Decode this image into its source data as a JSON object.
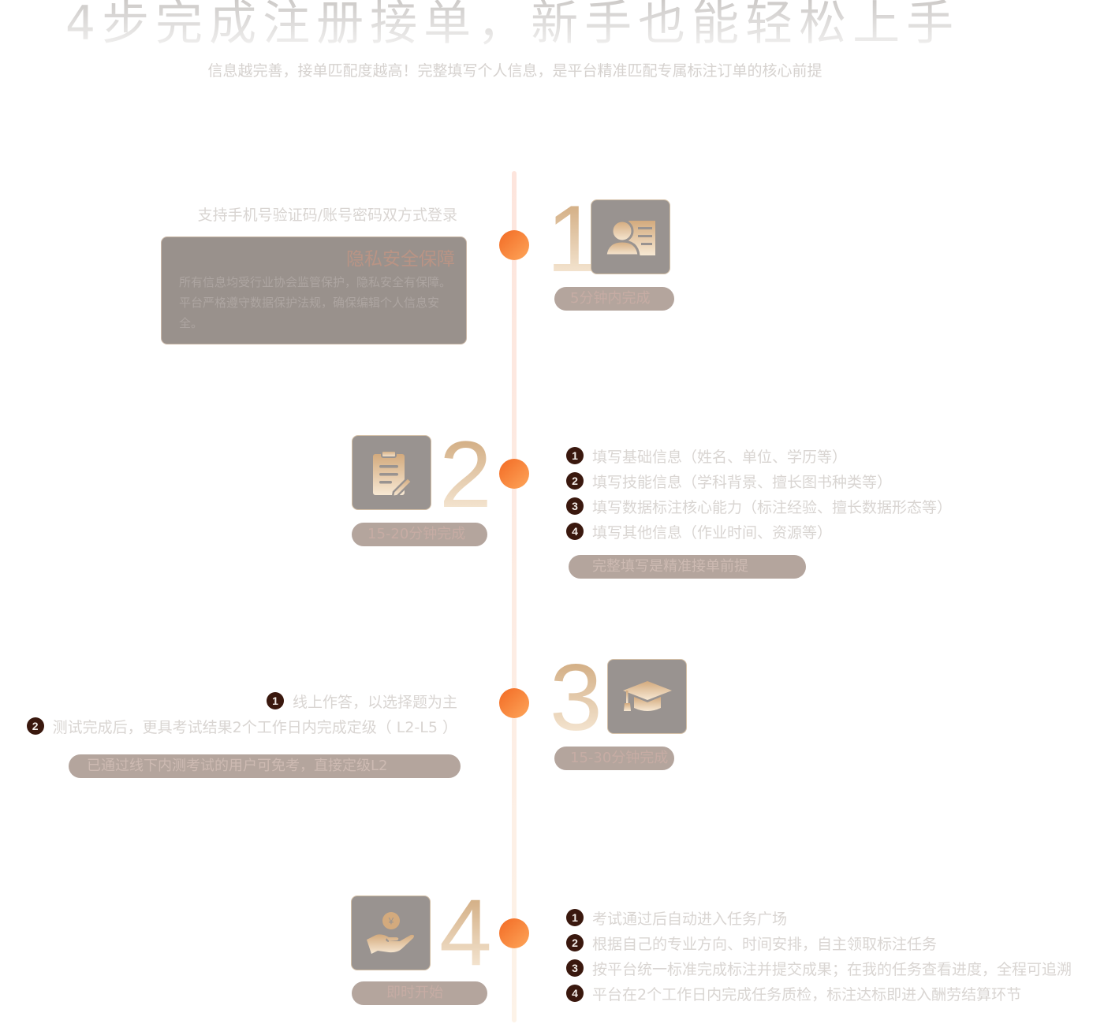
{
  "header": {
    "title": "4步完成注册接单，新手也能轻松上手",
    "subtitle": "信息越完善，接单匹配度越高！完整填写个人信息，是平台精准匹配专属标注订单的核心前提"
  },
  "colors": {
    "dot_gradient": [
      "#f26a24",
      "#fea65a"
    ],
    "number_gradient": [
      "#d1ab80",
      "#f6e8d5"
    ],
    "icon_box": "#999390",
    "pill_bg": "#b4a59d",
    "badge_bg": "#3a180e",
    "timeline": "#fde5dd"
  },
  "steps": [
    {
      "number": "1",
      "icon": "id-card-icon",
      "duration": "5分钟内完成",
      "note": "支持手机号验证码/账号密码双方式登录",
      "card": {
        "title": "隐私安全保障",
        "body": "所有信息均受行业协会监管保护，隐私安全有保障。平台严格遵守数据保护法规，确保编辑个人信息安全。"
      }
    },
    {
      "number": "2",
      "icon": "clipboard-edit-icon",
      "duration": "15-20分钟完成",
      "items": [
        {
          "n": "1",
          "text": "填写基础信息（姓名、单位、学历等）"
        },
        {
          "n": "2",
          "text": "填写技能信息（学科背景、擅长图书种类等）"
        },
        {
          "n": "3",
          "text": "填写数据标注核心能力（标注经验、擅长数据形态等）"
        },
        {
          "n": "4",
          "text": "填写其他信息（作业时间、资源等）"
        }
      ],
      "tag": "完整填写是精准接单前提"
    },
    {
      "number": "3",
      "icon": "graduation-cap-icon",
      "duration": "15-30分钟完成",
      "items": [
        {
          "n": "1",
          "text": "线上作答，以选择题为主"
        },
        {
          "n": "2",
          "text": "测试完成后，更具考试结果2个工作日内完成定级（ L2-L5 ）"
        }
      ],
      "tag": "已通过线下内测考试的用户可免考，直接定级L2"
    },
    {
      "number": "4",
      "icon": "hand-coin-icon",
      "duration": "即时开始",
      "coin_symbol": "¥",
      "items": [
        {
          "n": "1",
          "text": "考试通过后自动进入任务广场"
        },
        {
          "n": "2",
          "text": "根据自己的专业方向、时间安排，自主领取标注任务"
        },
        {
          "n": "3",
          "text": "按平台统一标准完成标注并提交成果；在我的任务查看进度，全程可追溯"
        },
        {
          "n": "4",
          "text": "平台在2个工作日内完成任务质检，标注达标即进入酬劳结算环节"
        }
      ]
    }
  ]
}
